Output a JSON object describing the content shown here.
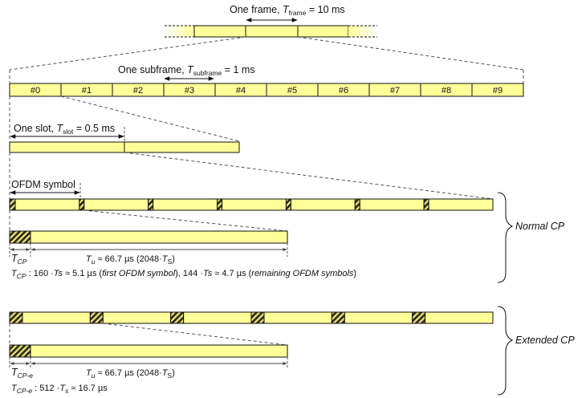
{
  "frame": {
    "label_prefix": "One frame, ",
    "symbol": "T",
    "subscript": "frame",
    "value": " = 10 ms"
  },
  "subframe": {
    "label_prefix": "One subframe, ",
    "symbol": "T",
    "subscript": "subframe",
    "value": " = 1 ms",
    "cells": [
      "#0",
      "#1",
      "#2",
      "#3",
      "#4",
      "#5",
      "#6",
      "#7",
      "#8",
      "#9"
    ]
  },
  "slot": {
    "label_prefix": "One slot, ",
    "symbol": "T",
    "subscript": "slot",
    "value": " = 0.5 ms"
  },
  "ofdm_symbol_label": "OFDM symbol",
  "normal": {
    "side_label": "Normal CP",
    "tcp_symbol": "T",
    "tcp_sub": "CP",
    "tu_symbol": "T",
    "tu_sub": "u",
    "tu_value": " ≈ 66.7 µs (2048·",
    "tu_ts_symbol": "T",
    "tu_ts_sub": "S",
    "tu_close": ")",
    "formula_symbol": "T",
    "formula_sub": "CP",
    "formula_a": " : 160 ·",
    "formula_ts1": "Ts",
    "formula_b": " ≈ 5.1 µs (",
    "formula_first": "first OFDM symbol",
    "formula_c": "), 144 ·",
    "formula_ts2": "Ts",
    "formula_d": " ≈ 4.7 µs (",
    "formula_remaining": "remaining OFDM symbols",
    "formula_e": ")"
  },
  "extended": {
    "side_label": "Extended CP",
    "tcp_symbol": "T",
    "tcp_sub": "CP-e",
    "tu_symbol": "T",
    "tu_sub": "u",
    "tu_value": " ≈ 66.7 µs (2048·",
    "tu_ts_symbol": "T",
    "tu_ts_sub": "S",
    "tu_close": ")",
    "formula_symbol": "T",
    "formula_sub": "CP-e",
    "formula_a": " : 512 ·",
    "formula_ts": "T",
    "formula_ts_sub": "s",
    "formula_b": " ≈ 16.7 µs"
  },
  "colors": {
    "fill": "#ffff99",
    "stroke": "#111111",
    "hatch_dark": "#3a3a1a",
    "guide": "#555555"
  }
}
